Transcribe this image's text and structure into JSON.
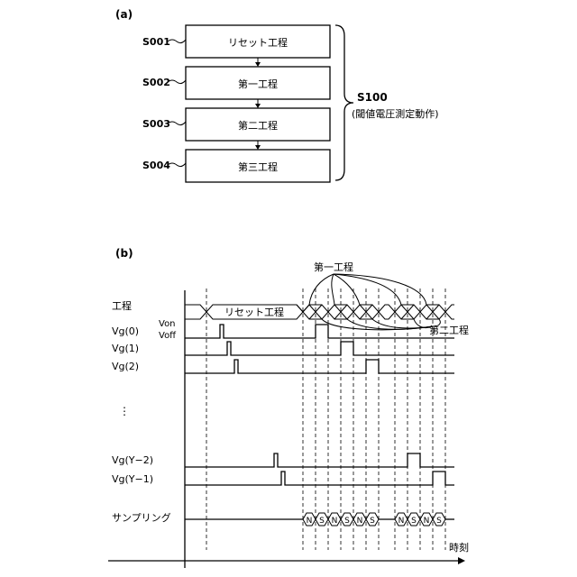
{
  "part_a": {
    "label": "(a)",
    "steps": [
      {
        "id": "S001",
        "name": "リセット工程"
      },
      {
        "id": "S002",
        "name": "第一工程"
      },
      {
        "id": "S003",
        "name": "第二工程"
      },
      {
        "id": "S004",
        "name": "第三工程"
      }
    ],
    "group_id": "S100",
    "group_name": "(閾値電圧測定動作)"
  },
  "part_b": {
    "label": "(b)",
    "first_step_callout": "第一工程",
    "second_step_callout": "第二工程",
    "row_process": "工程",
    "reset_label": "リセット工程",
    "von": "Von",
    "voff": "Voff",
    "rows": [
      "Vg(0)",
      "Vg(1)",
      "Vg(2)",
      "Vg(Y−2)",
      "Vg(Y−1)"
    ],
    "ellipsis": "⋮",
    "sampling_label": "サンプリング",
    "sampling_marks": [
      "N",
      "S",
      "N",
      "S",
      "N",
      "S",
      "N",
      "S",
      "N",
      "S"
    ],
    "time_label": "時刻"
  }
}
